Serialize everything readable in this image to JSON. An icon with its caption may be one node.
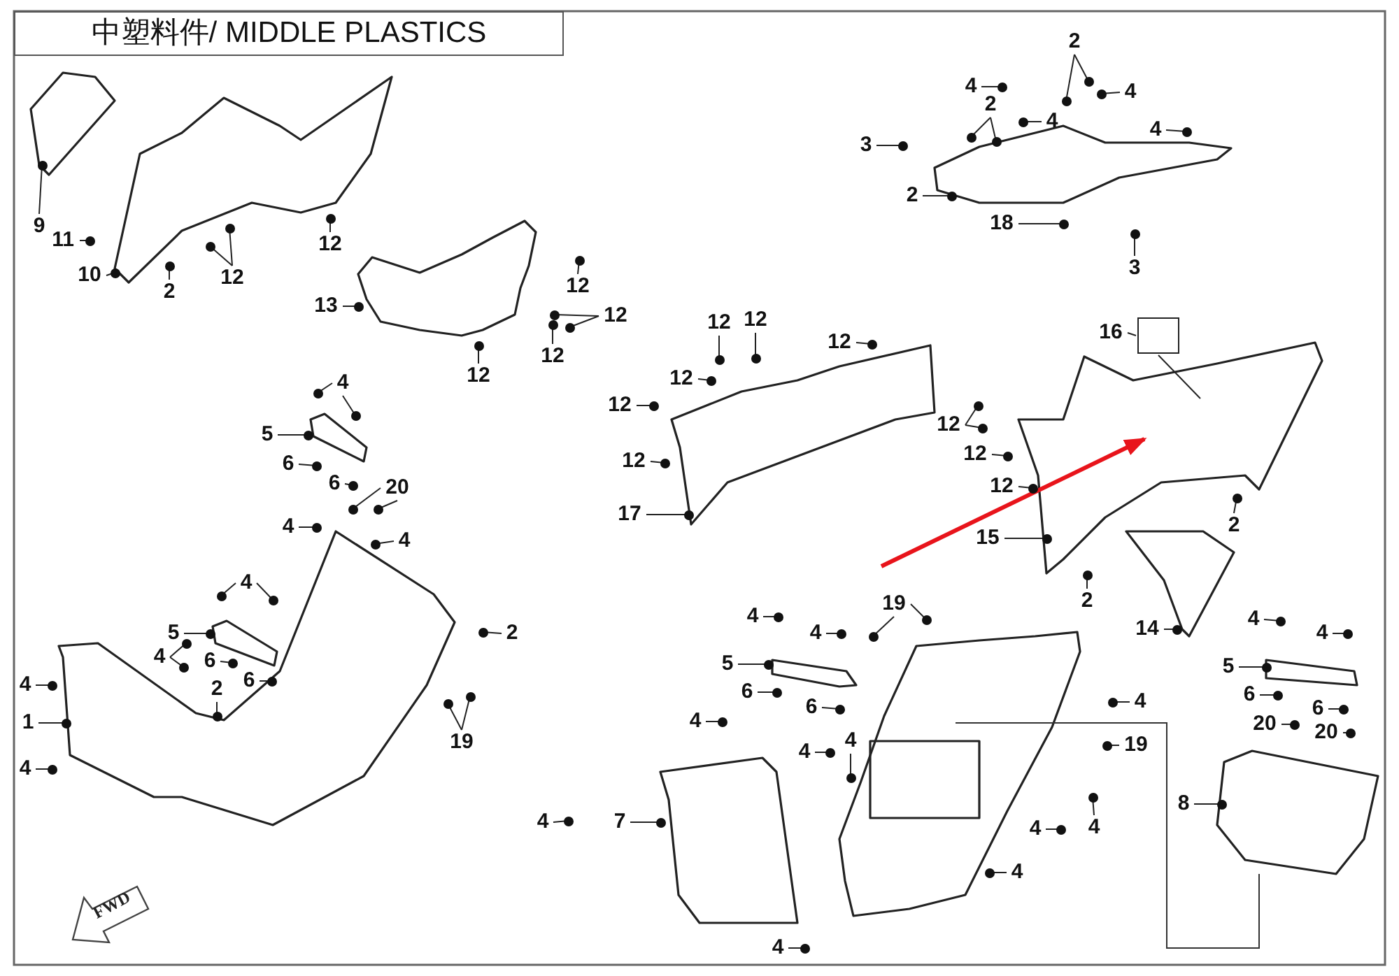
{
  "diagram": {
    "title": "中塑料件/ MIDDLE PLASTICS",
    "nodes": [
      {
        "text": [
          "9"
        ]
      },
      {
        "text": [
          "11"
        ]
      },
      {
        "text": [
          "10"
        ]
      },
      {
        "text": [
          "2"
        ]
      },
      {
        "text": [
          "12"
        ]
      },
      {
        "text": [
          "12"
        ]
      },
      {
        "text": [
          "13"
        ]
      },
      {
        "text": [
          "12"
        ]
      },
      {
        "text": [
          "12"
        ]
      },
      {
        "text": [
          "12"
        ]
      },
      {
        "text": [
          "12"
        ]
      },
      {
        "text": [
          "12"
        ]
      },
      {
        "text": [
          "12"
        ]
      },
      {
        "text": [
          "12"
        ]
      },
      {
        "text": [
          "12"
        ]
      },
      {
        "text": [
          "12"
        ]
      },
      {
        "text": [
          "12"
        ]
      },
      {
        "text": [
          "17"
        ]
      },
      {
        "text": [
          "2"
        ]
      },
      {
        "text": [
          "4"
        ]
      },
      {
        "text": [
          "4"
        ]
      },
      {
        "text": [
          "2"
        ]
      },
      {
        "text": [
          "4"
        ]
      },
      {
        "text": [
          "4"
        ]
      },
      {
        "text": [
          "3"
        ]
      },
      {
        "text": [
          "2"
        ]
      },
      {
        "text": [
          "18"
        ]
      },
      {
        "text": [
          "3"
        ]
      },
      {
        "text": [
          "16"
        ]
      },
      {
        "text": [],
        "shape": "box"
      },
      {
        "text": [
          "12"
        ]
      },
      {
        "text": [
          "12"
        ]
      },
      {
        "text": [
          "12"
        ]
      },
      {
        "text": [
          "15"
        ]
      },
      {
        "text": [
          "2"
        ]
      },
      {
        "text": [
          "2"
        ]
      },
      {
        "text": [
          "14"
        ]
      },
      {
        "text": [
          "4"
        ]
      },
      {
        "text": [
          "5"
        ]
      },
      {
        "text": [
          "6"
        ]
      },
      {
        "text": [
          "6"
        ]
      },
      {
        "text": [
          "20"
        ]
      },
      {
        "text": [
          "4"
        ]
      },
      {
        "text": [
          "4"
        ]
      },
      {
        "text": [
          "4"
        ]
      },
      {
        "text": [
          "5"
        ]
      },
      {
        "text": [
          "4"
        ]
      },
      {
        "text": [
          "6"
        ]
      },
      {
        "text": [
          "6"
        ]
      },
      {
        "text": [
          "2"
        ]
      },
      {
        "text": [
          "2"
        ]
      },
      {
        "text": [
          "4"
        ]
      },
      {
        "text": [
          "1"
        ]
      },
      {
        "text": [
          "19"
        ]
      },
      {
        "text": [
          "4"
        ]
      },
      {
        "text": [
          "19"
        ]
      },
      {
        "text": [
          "4"
        ]
      },
      {
        "text": [
          "4"
        ]
      },
      {
        "text": [
          "5"
        ]
      },
      {
        "text": [
          "6"
        ]
      },
      {
        "text": [
          "6"
        ]
      },
      {
        "text": [
          "4"
        ]
      },
      {
        "text": [
          "4"
        ]
      },
      {
        "text": [
          "4"
        ]
      },
      {
        "text": [
          "4"
        ]
      },
      {
        "text": [
          "19"
        ]
      },
      {
        "text": [
          "4"
        ]
      },
      {
        "text": [
          "7"
        ]
      },
      {
        "text": [
          "4"
        ]
      },
      {
        "text": [
          "4"
        ]
      },
      {
        "text": [
          "4"
        ]
      },
      {
        "text": [
          "4"
        ]
      },
      {
        "text": [
          "4"
        ]
      },
      {
        "text": [
          "4"
        ]
      },
      {
        "text": [
          "5"
        ]
      },
      {
        "text": [
          "6"
        ]
      },
      {
        "text": [
          "6"
        ]
      },
      {
        "text": [
          "20"
        ]
      },
      {
        "text": [
          "20"
        ]
      },
      {
        "text": [
          "8"
        ]
      },
      {
        "text": [],
        "shape": "circle"
      },
      {
        "text": [],
        "shape": "circle"
      },
      {
        "text": [],
        "shape": "circle"
      },
      {
        "text": [],
        "shape": "circle"
      },
      {
        "text": [],
        "shape": "circle"
      },
      {
        "text": [],
        "shape": "circle"
      },
      {
        "text": [],
        "shape": "circle"
      },
      {
        "text": [],
        "shape": "circle"
      },
      {
        "text": [],
        "shape": "circle"
      },
      {
        "text": [],
        "shape": "circle"
      },
      {
        "text": [],
        "shape": "circle"
      },
      {
        "text": [],
        "shape": "circle"
      },
      {
        "text": [],
        "shape": "circle"
      },
      {
        "text": [],
        "shape": "circle"
      },
      {
        "text": [],
        "shape": "circle"
      },
      {
        "text": [],
        "shape": "circle"
      },
      {
        "text": [],
        "shape": "circle"
      },
      {
        "text": [],
        "shape": "circle"
      },
      {
        "text": [],
        "shape": "circle"
      },
      {
        "text": [],
        "shape": "circle"
      },
      {
        "text": [],
        "shape": "circle"
      },
      {
        "text": [],
        "shape": "circle"
      },
      {
        "text": [],
        "shape": "circle"
      },
      {
        "text": [],
        "shape": "circle"
      },
      {
        "text": [],
        "shape": "circle"
      },
      {
        "text": [],
        "shape": "circle"
      },
      {
        "text": [],
        "shape": "circle"
      },
      {
        "text": [],
        "shape": "circle"
      },
      {
        "text": [],
        "shape": "circle"
      },
      {
        "text": [],
        "shape": "circle"
      },
      {
        "text": [],
        "shape": "circle"
      },
      {
        "text": [],
        "shape": "circle"
      },
      {
        "text": [],
        "shape": "circle"
      },
      {
        "text": [],
        "shape": "circle"
      },
      {
        "text": [],
        "shape": "circle"
      },
      {
        "text": [],
        "shape": "circle"
      },
      {
        "text": [],
        "shape": "circle"
      },
      {
        "text": [],
        "shape": "circle"
      },
      {
        "text": [],
        "shape": "circle"
      },
      {
        "text": [],
        "shape": "circle"
      },
      {
        "text": [],
        "shape": "circle"
      },
      {
        "text": [],
        "shape": "circle"
      },
      {
        "text": [],
        "shape": "circle"
      },
      {
        "text": [],
        "shape": "circle"
      },
      {
        "text": [],
        "shape": "circle"
      },
      {
        "text": [],
        "shape": "circle"
      },
      {
        "text": [],
        "shape": "circle"
      },
      {
        "text": [],
        "shape": "circle"
      },
      {
        "text": [],
        "shape": "circle"
      },
      {
        "text": [],
        "shape": "circle"
      },
      {
        "text": [],
        "shape": "circle"
      },
      {
        "text": [],
        "shape": "circle"
      },
      {
        "text": [],
        "shape": "circle"
      },
      {
        "text": [],
        "shape": "circle"
      },
      {
        "text": [],
        "shape": "circle"
      },
      {
        "text": [],
        "shape": "circle"
      },
      {
        "text": [],
        "shape": "circle"
      },
      {
        "text": [],
        "shape": "circle"
      },
      {
        "text": [],
        "shape": "circle"
      },
      {
        "text": [],
        "shape": "circle"
      },
      {
        "text": [],
        "shape": "circle"
      },
      {
        "text": [],
        "shape": "circle"
      },
      {
        "text": [],
        "shape": "circle"
      },
      {
        "text": [],
        "shape": "circle"
      },
      {
        "text": [],
        "shape": "circle"
      },
      {
        "text": [],
        "shape": "circle"
      },
      {
        "text": [],
        "shape": "circle"
      },
      {
        "text": [],
        "shape": "circle"
      },
      {
        "text": [],
        "shape": "circle"
      },
      {
        "text": [],
        "shape": "circle"
      },
      {
        "text": [],
        "shape": "circle"
      },
      {
        "text": [],
        "shape": "circle"
      },
      {
        "text": [],
        "shape": "circle"
      },
      {
        "text": [],
        "shape": "circle"
      },
      {
        "text": [],
        "shape": "circle"
      },
      {
        "text": [],
        "shape": "circle"
      },
      {
        "text": [],
        "shape": "circle"
      },
      {
        "text": [],
        "shape": "circle"
      },
      {
        "text": [],
        "shape": "circle"
      },
      {
        "text": [],
        "shape": "circle"
      },
      {
        "text": [],
        "shape": "circle"
      },
      {
        "text": [],
        "shape": "circle"
      },
      {
        "text": [],
        "shape": "circle"
      },
      {
        "text": [],
        "shape": "circle"
      },
      {
        "text": [],
        "shape": "circle"
      },
      {
        "text": [],
        "shape": "circle"
      },
      {
        "text": [],
        "shape": "circle"
      },
      {
        "text": [],
        "shape": "circle"
      },
      {
        "text": [],
        "shape": "circle"
      }
    ],
    "edges": [
      {
        "from": 0,
        "to": 80,
        "arrow": "none"
      },
      {
        "from": 1,
        "to": 81,
        "arrow": "none"
      },
      {
        "from": 2,
        "to": 82,
        "arrow": "none"
      },
      {
        "from": 3,
        "to": 83,
        "arrow": "none"
      },
      {
        "from": 4,
        "to": 84,
        "arrow": "none"
      },
      {
        "from": 4,
        "to": 85,
        "arrow": "none"
      },
      {
        "from": 5,
        "to": 86,
        "arrow": "none"
      },
      {
        "from": 6,
        "to": 87,
        "arrow": "none"
      },
      {
        "from": 7,
        "to": 88,
        "arrow": "none"
      },
      {
        "from": 8,
        "to": 89,
        "arrow": "none"
      },
      {
        "from": 9,
        "to": 90,
        "arrow": "none"
      },
      {
        "from": 10,
        "to": 91,
        "arrow": "none"
      },
      {
        "from": 10,
        "to": 92,
        "arrow": "none"
      },
      {
        "from": 11,
        "to": 93,
        "arrow": "none"
      },
      {
        "from": 12,
        "to": 94,
        "arrow": "none"
      },
      {
        "from": 13,
        "to": 95,
        "arrow": "none"
      },
      {
        "from": 14,
        "to": 96,
        "arrow": "none"
      },
      {
        "from": 15,
        "to": 97,
        "arrow": "none"
      },
      {
        "from": 16,
        "to": 98,
        "arrow": "none"
      },
      {
        "from": 17,
        "to": 99,
        "arrow": "none"
      },
      {
        "from": 18,
        "to": 100,
        "arrow": "none"
      },
      {
        "from": 18,
        "to": 101,
        "arrow": "none"
      },
      {
        "from": 19,
        "to": 102,
        "arrow": "none"
      },
      {
        "from": 20,
        "to": 103,
        "arrow": "none"
      },
      {
        "from": 21,
        "to": 104,
        "arrow": "none"
      },
      {
        "from": 21,
        "to": 105,
        "arrow": "none"
      },
      {
        "from": 22,
        "to": 106,
        "arrow": "none"
      },
      {
        "from": 23,
        "to": 107,
        "arrow": "none"
      },
      {
        "from": 24,
        "to": 108,
        "arrow": "none"
      },
      {
        "from": 25,
        "to": 109,
        "arrow": "none"
      },
      {
        "from": 26,
        "to": 110,
        "arrow": "none"
      },
      {
        "from": 27,
        "to": 111,
        "arrow": "none"
      },
      {
        "from": 28,
        "to": 29,
        "arrow": "none"
      },
      {
        "from": 29,
        "to": null,
        "arrow": "none"
      },
      {
        "from": 30,
        "to": 112,
        "arrow": "none"
      },
      {
        "from": 30,
        "to": 113,
        "arrow": "none"
      },
      {
        "from": 31,
        "to": 114,
        "arrow": "none"
      },
      {
        "from": 32,
        "to": 115,
        "arrow": "none"
      },
      {
        "from": 33,
        "to": 116,
        "arrow": "none"
      },
      {
        "from": 34,
        "to": 117,
        "arrow": "none"
      },
      {
        "from": 35,
        "to": 118,
        "arrow": "none"
      },
      {
        "from": 36,
        "to": 119,
        "arrow": "none"
      },
      {
        "from": 37,
        "to": 120,
        "arrow": "none"
      },
      {
        "from": 37,
        "to": 121,
        "arrow": "none"
      },
      {
        "from": 38,
        "to": 122,
        "arrow": "none"
      },
      {
        "from": 39,
        "to": 123,
        "arrow": "none"
      },
      {
        "from": 40,
        "to": 124,
        "arrow": "none"
      },
      {
        "from": 41,
        "to": 125,
        "arrow": "none"
      },
      {
        "from": 41,
        "to": 126,
        "arrow": "none"
      },
      {
        "from": 42,
        "to": 127,
        "arrow": "none"
      },
      {
        "from": 43,
        "to": 128,
        "arrow": "none"
      },
      {
        "from": 44,
        "to": 129,
        "arrow": "none"
      },
      {
        "from": 44,
        "to": 130,
        "arrow": "none"
      },
      {
        "from": 45,
        "to": 131,
        "arrow": "none"
      },
      {
        "from": 46,
        "to": 132,
        "arrow": "none"
      },
      {
        "from": 46,
        "to": 133,
        "arrow": "none"
      },
      {
        "from": 47,
        "to": 134,
        "arrow": "none"
      },
      {
        "from": 48,
        "to": 135,
        "arrow": "none"
      },
      {
        "from": 49,
        "to": 136,
        "arrow": "none"
      },
      {
        "from": 50,
        "to": 137,
        "arrow": "none"
      },
      {
        "from": 51,
        "to": 138,
        "arrow": "none"
      },
      {
        "from": 52,
        "to": 139,
        "arrow": "none"
      },
      {
        "from": 53,
        "to": 140,
        "arrow": "none"
      },
      {
        "from": 53,
        "to": 141,
        "arrow": "none"
      },
      {
        "from": 54,
        "to": 142,
        "arrow": "none"
      },
      {
        "from": 55,
        "to": 143,
        "arrow": "none"
      },
      {
        "from": 55,
        "to": 144,
        "arrow": "none"
      },
      {
        "from": 56,
        "to": 145,
        "arrow": "none"
      },
      {
        "from": 57,
        "to": 146,
        "arrow": "none"
      },
      {
        "from": 58,
        "to": 147,
        "arrow": "none"
      },
      {
        "from": 59,
        "to": 148,
        "arrow": "none"
      },
      {
        "from": 60,
        "to": 149,
        "arrow": "none"
      },
      {
        "from": 61,
        "to": 150,
        "arrow": "none"
      },
      {
        "from": 62,
        "to": 151,
        "arrow": "none"
      },
      {
        "from": 63,
        "to": 152,
        "arrow": "none"
      },
      {
        "from": 64,
        "to": 153,
        "arrow": "none"
      },
      {
        "from": 65,
        "to": 154,
        "arrow": "none"
      },
      {
        "from": 66,
        "to": 155,
        "arrow": "none"
      },
      {
        "from": 67,
        "to": 156,
        "arrow": "none"
      },
      {
        "from": 68,
        "to": 157,
        "arrow": "none"
      },
      {
        "from": 69,
        "to": 158,
        "arrow": "none"
      },
      {
        "from": 70,
        "to": 159,
        "arrow": "none"
      },
      {
        "from": 71,
        "to": 160,
        "arrow": "none"
      },
      {
        "from": 72,
        "to": 161,
        "arrow": "none"
      },
      {
        "from": 73,
        "to": 162,
        "arrow": "none"
      },
      {
        "from": 74,
        "to": 163,
        "arrow": "none"
      },
      {
        "from": 75,
        "to": 164,
        "arrow": "none"
      },
      {
        "from": 76,
        "to": 165,
        "arrow": "none"
      },
      {
        "from": 77,
        "to": 166,
        "arrow": "none"
      },
      {
        "from": 78,
        "to": 167,
        "arrow": "none"
      },
      {
        "from": 79,
        "to": 168,
        "arrow": "none"
      }
    ],
    "labels": [
      "FWD"
    ]
  }
}
